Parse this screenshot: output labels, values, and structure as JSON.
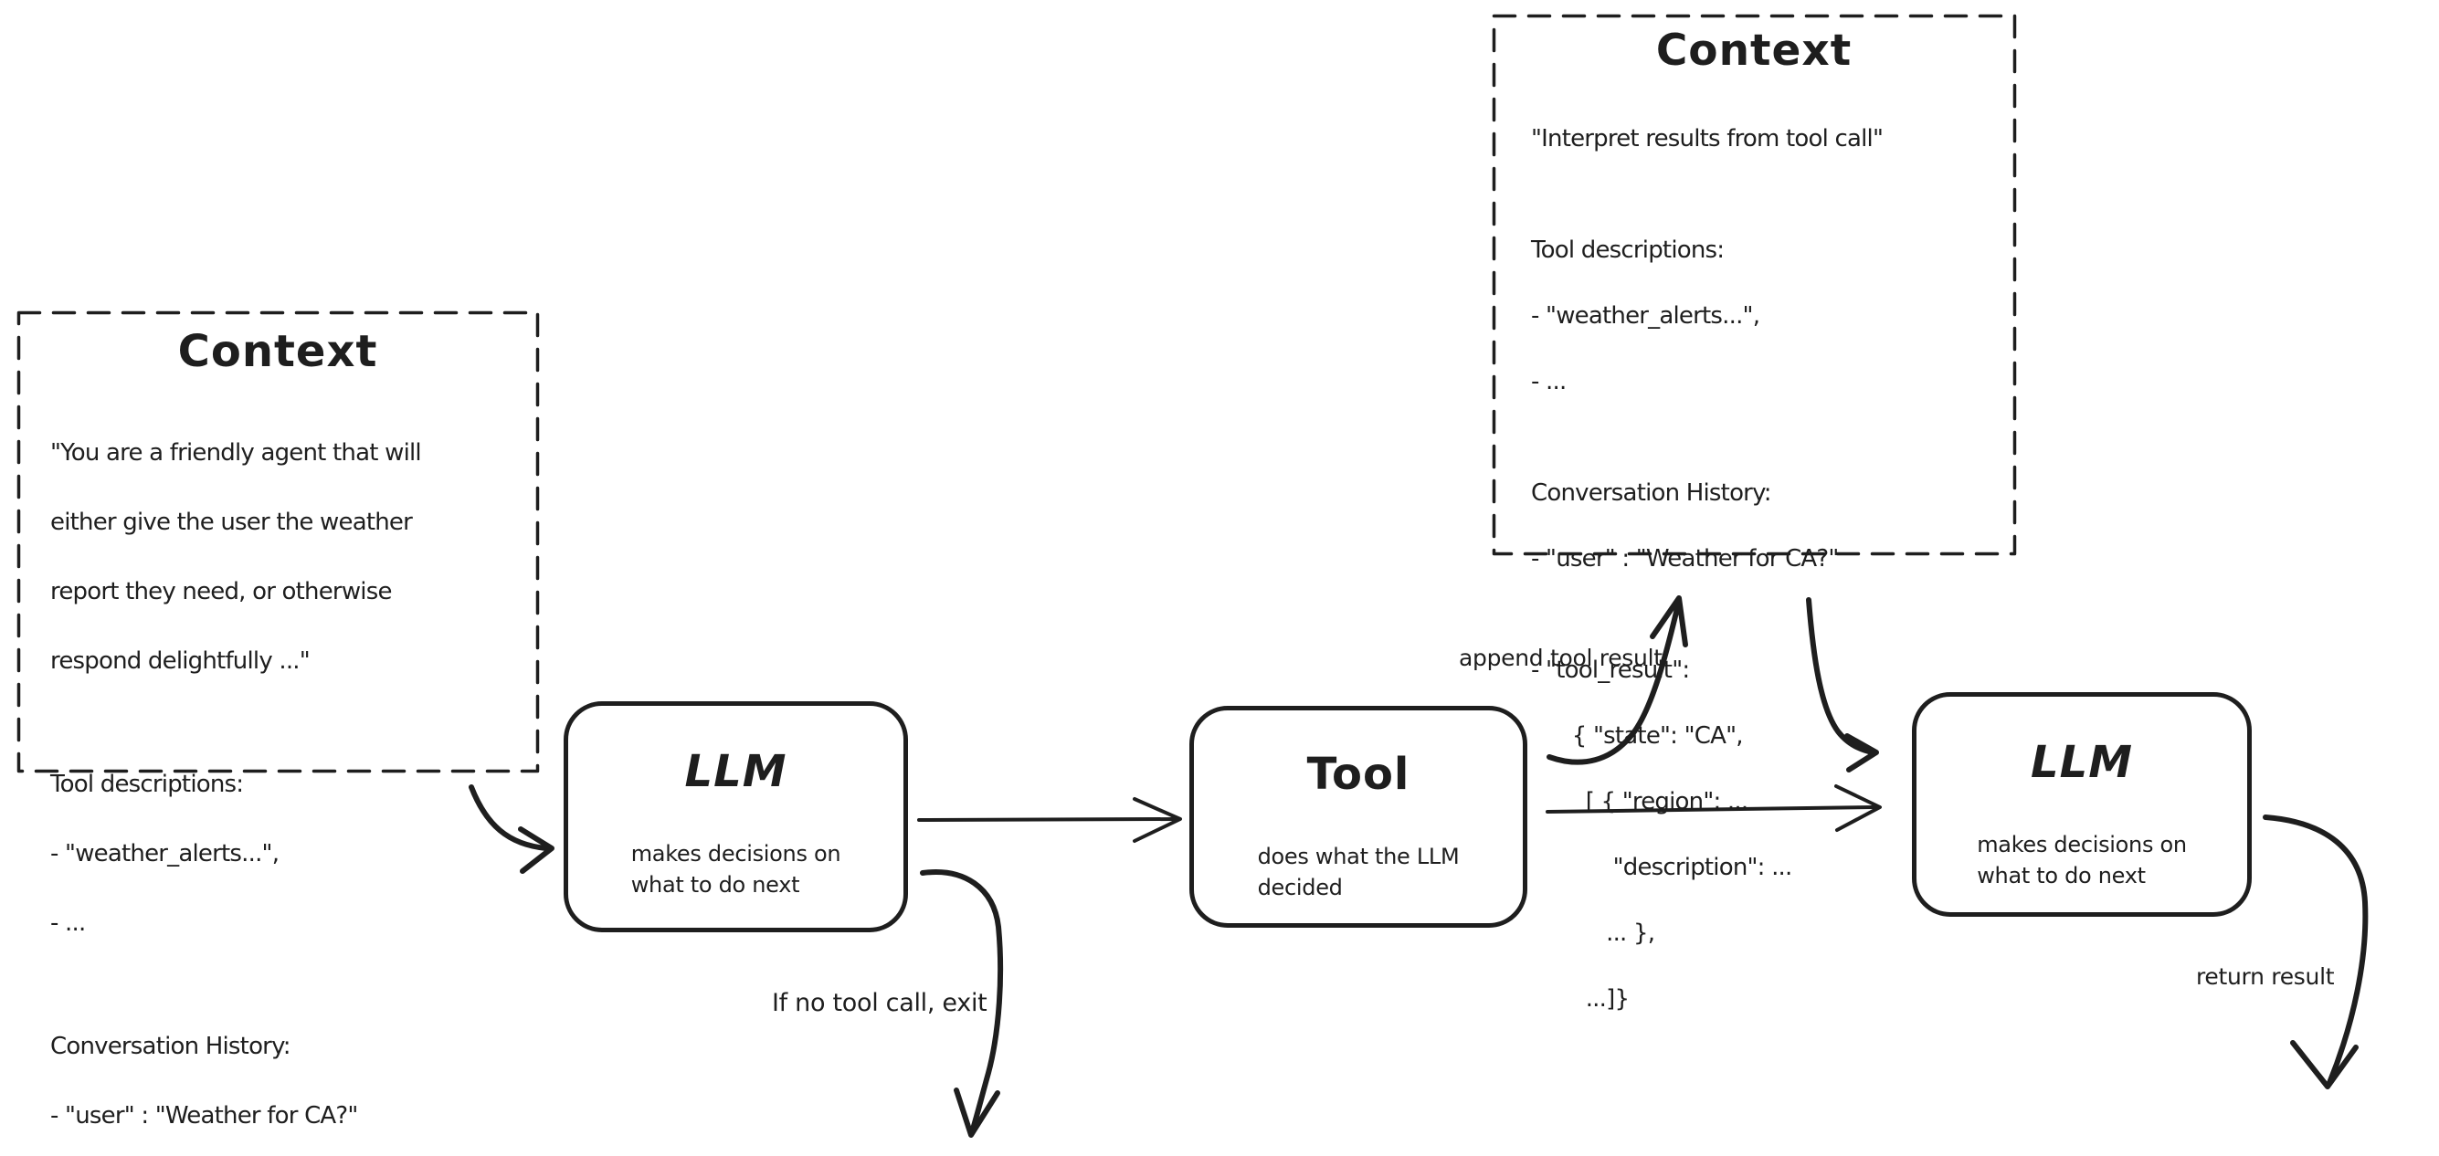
{
  "diagram": {
    "colors": {
      "stroke": "#1e1e1e",
      "background": "#ffffff"
    },
    "context_left": {
      "title": "Context",
      "lines": [
        "\"You are a friendly agent that will",
        "either give the user the weather",
        "report they need, or otherwise",
        "respond delightfully ...\"",
        "Tool descriptions:",
        "- \"weather_alerts...\",",
        "- ...",
        "Conversation History:",
        "- \"user\" : \"Weather for CA?\""
      ]
    },
    "context_top": {
      "title": "Context",
      "lines": [
        "\"Interpret results from tool call\"",
        "Tool descriptions:",
        "- \"weather_alerts...\",",
        "- ...",
        "Conversation History:",
        "- \"user\" : \"Weather for CA?\"",
        "- \"tool_result\":",
        "      { \"state\": \"CA\",",
        "        [ { \"region\": ...",
        "            \"description\": ...",
        "           ... },",
        "        ...]}"
      ]
    },
    "nodes": {
      "llm1": {
        "title": "LLM",
        "subtitle": "makes decisions on\nwhat to do next"
      },
      "tool": {
        "title": "Tool",
        "subtitle": "does what the LLM\ndecided"
      },
      "llm2": {
        "title": "LLM",
        "subtitle": "makes decisions on\nwhat to do next"
      }
    },
    "edge_labels": {
      "append_tool_result": "append tool result",
      "if_no_tool_call_exit": "If no tool call, exit",
      "return_result": "return result"
    }
  }
}
